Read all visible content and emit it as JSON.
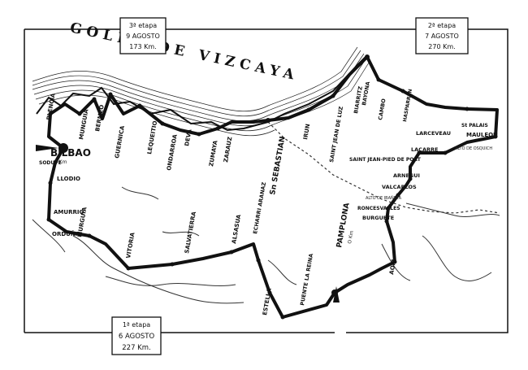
{
  "sea_name": "GOLFO DE VIZCAYA",
  "stages": [
    {
      "stage": "1ª etapa",
      "date": "6 AGOSTO",
      "distance": "227 Km."
    },
    {
      "stage": "2ª etapa",
      "date": "7 AGOSTO",
      "distance": "270 Km."
    },
    {
      "stage": "3ª etapa",
      "date": "9 AGOSTO",
      "distance": "173 Km."
    }
  ],
  "towns": {
    "bilbao": "BILBAO",
    "bilbao_km": "O Km",
    "plencia": "PLENCIA",
    "munguia": "MUNGUIA",
    "bermeo": "BERMEO",
    "guernica": "GUERNICA",
    "lequeitio": "LEQUEITIO",
    "ondarroa": "ONDARROA",
    "deva": "DEVA",
    "zumaya": "ZUMAYA",
    "zarauz": "ZARAUZ",
    "san_sebastian": "Sn SEBASTIAN",
    "irun": "IRUN",
    "san_jean_de_luz": "SAINT JEAN DE LUZ",
    "biarritz": "BIARRITZ",
    "bayona": "BAYONA",
    "cambo": "CAMBO",
    "hasparren": "HASPARREN",
    "larceveau": "LARCEVEAU",
    "lacarre": "LACARRE",
    "st_palais": "St PALAIS",
    "mauleon": "MAULEON",
    "saint_jean_pied": "SAINT JEAN-PIED DE PORT",
    "arnegui": "ARNEGUI",
    "valcarlos": "VALCARLOS",
    "roncesvalles": "RONCESVALLES",
    "burguete": "BURGUETE",
    "alto_de_osquich": "ALTO DE OSQUICH",
    "alto_ibaneta": "ALTO DE IBAÑETA",
    "aoiz": "AOIZ",
    "pamplona": "PAMPLONA",
    "pamplona_km": "O Km",
    "puente_la_reina": "PUENTE LA REINA",
    "estella": "ESTELLA",
    "echarri": "ECHARRI ARANAZ",
    "alsasua": "ALSASUA",
    "salvatierra": "SALVATIERRA",
    "vitoria": "VITORIA",
    "orduna": "ORDUÑA",
    "amurrio": "AMURRIO",
    "murguia": "MURGUIA",
    "llodio": "LLODIO",
    "sodupe": "SODUPE"
  }
}
